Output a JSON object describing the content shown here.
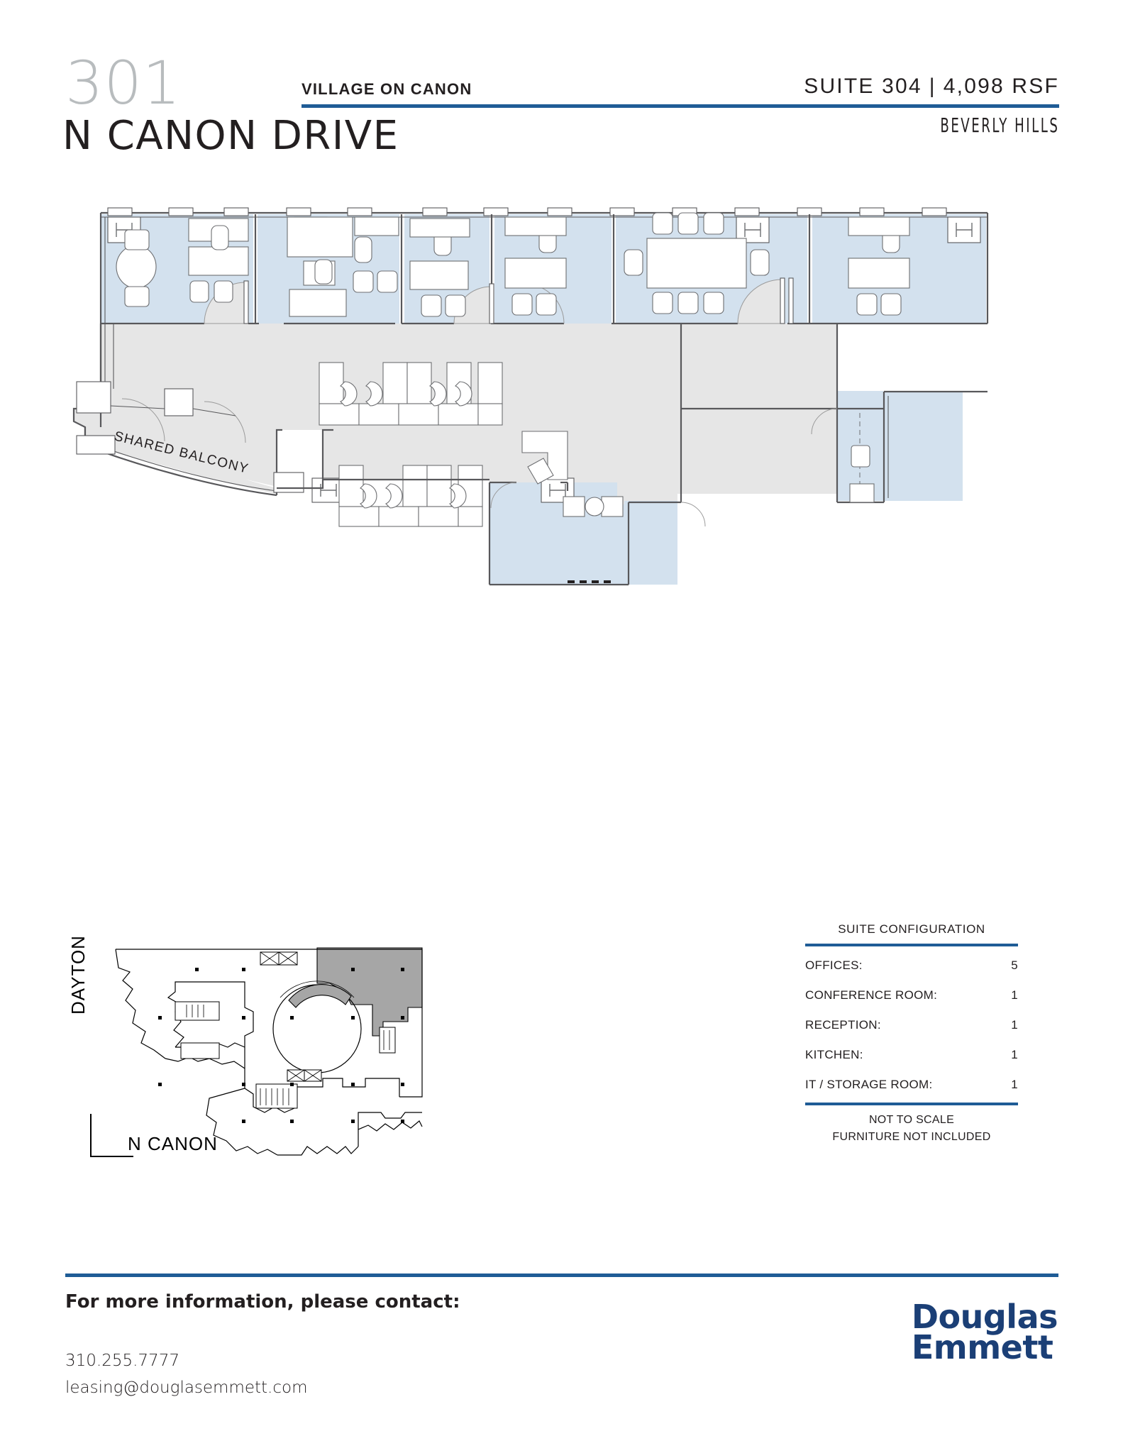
{
  "header": {
    "building_number": "301",
    "building_street": "N CANON DRIVE",
    "property_name": "VILLAGE ON CANON",
    "suite": "SUITE 304",
    "separator": "|",
    "area": "4,098 RSF",
    "city": "BEVERLY HILLS",
    "accent_color": "#1f5c96"
  },
  "floor_plan": {
    "balcony_label": "SHARED BALCONY",
    "room_fill": "#d3e1ee",
    "common_fill": "#e6e6e6",
    "wall_color": "#58585b"
  },
  "key_map": {
    "street_vertical": "DAYTON",
    "street_horizontal": "N CANON",
    "highlight_fill": "#a6a6a6"
  },
  "suite_configuration": {
    "title": "SUITE CONFIGURATION",
    "rows": [
      {
        "label": "OFFICES:",
        "value": "5"
      },
      {
        "label": "CONFERENCE ROOM:",
        "value": "1"
      },
      {
        "label": "RECEPTION:",
        "value": "1"
      },
      {
        "label": "KITCHEN:",
        "value": "1"
      },
      {
        "label": "IT / STORAGE ROOM:",
        "value": "1"
      }
    ],
    "note_scale": "NOT TO SCALE",
    "note_furniture": "FURNITURE NOT INCLUDED"
  },
  "footer": {
    "contact_heading": "For more information, please contact:",
    "phone": "310.255.7777",
    "email": "leasing@douglasemmett.com",
    "logo_line1": "Douglas",
    "logo_line2": "Emmett",
    "logo_color": "#1b3f76"
  }
}
